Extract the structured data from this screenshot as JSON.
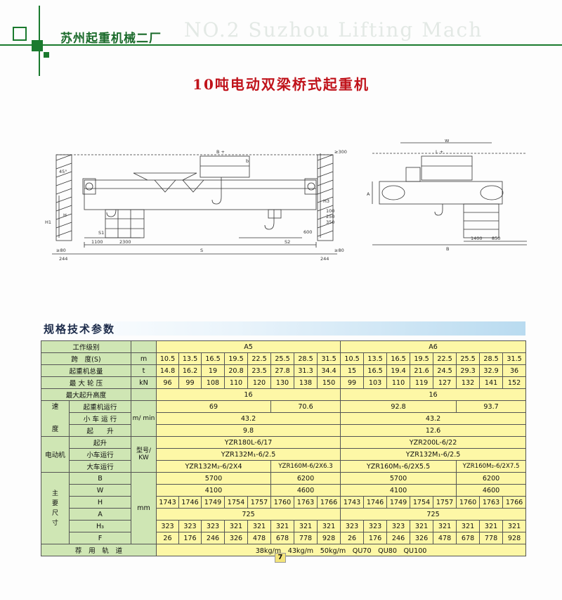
{
  "header": {
    "brand": "苏州起重机械二厂",
    "watermark": "NO.2 Suzhou Lifting Mach"
  },
  "title": "10吨电动双梁桥式起重机",
  "drawing_labels": {
    "d45": "45°",
    "b": "B +",
    "b2": "b",
    "d300": "≥300",
    "h1": "H1",
    "h": "H",
    "h3": "H3",
    "s1": "S1",
    "d1100": "1100",
    "d2300": "2300",
    "s2": "S2",
    "d600": "600",
    "d80a": "≥80",
    "d80b": "≥80",
    "d244a": "244",
    "d244b": "244",
    "s": "S",
    "d100": "100",
    "d250": "250",
    "d350": "350",
    "w": "W",
    "l": "L +",
    "a": "A",
    "d1400": "1400",
    "d850": "850",
    "bb": "B"
  },
  "section_title": "规格技术参数",
  "page_number": "7",
  "spec": {
    "work_class_label": "工作级别",
    "a5": "A5",
    "a6": "A6",
    "span_label": "跨　度(S)",
    "span_unit": "m",
    "spans": [
      "10.5",
      "13.5",
      "16.5",
      "19.5",
      "22.5",
      "25.5",
      "28.5",
      "31.5",
      "10.5",
      "13.5",
      "16.5",
      "19.5",
      "22.5",
      "25.5",
      "28.5",
      "31.5"
    ],
    "weight_label": "起重机总量",
    "weight_unit": "t",
    "weights": [
      "14.8",
      "16.2",
      "19",
      "20.8",
      "23.5",
      "27.8",
      "31.3",
      "34.4",
      "15",
      "16.5",
      "19.4",
      "21.6",
      "24.5",
      "29.3",
      "32.9",
      "36"
    ],
    "wheel_label": "最 大 轮 压",
    "wheel_unit": "kN",
    "wheels": [
      "96",
      "99",
      "108",
      "110",
      "120",
      "130",
      "138",
      "150",
      "99",
      "103",
      "110",
      "119",
      "127",
      "132",
      "141",
      "152"
    ],
    "lift_height_label": "最大起升高度",
    "lift_height": [
      "16",
      "16"
    ],
    "speed_label_1": "速",
    "speed_label_2": "度",
    "crane_travel_label": "起重机运行",
    "crane_travel": [
      "69",
      "70.6",
      "92.8",
      "93.7"
    ],
    "speed_unit": "m/ min",
    "trolley_travel_label": "小 车 运 行",
    "trolley_travel": [
      "43.2",
      "43.2"
    ],
    "hoist_label": "起　　升",
    "hoist": [
      "9.8",
      "12.6"
    ],
    "motor_label": "电动机",
    "motor_hoist_label": "起升",
    "motor_hoist": [
      "YZR180L-6/17",
      "YZR200L-6/22"
    ],
    "motor_unit": "型号/ KW",
    "motor_trolley_label": "小车运行",
    "motor_trolley": [
      "YZR132M₁-6/2.5",
      "YZR132M₁-6/2.5"
    ],
    "motor_crane_label": "大车运行",
    "motor_crane": [
      "YZR132M₂-6/2X4",
      "YZR160M-6/2X6.3",
      "YZR160M₁-6/2X5.5",
      "YZR160M₂-6/2X7.5"
    ],
    "dims_label": "主 要 尺 寸",
    "dims_unit": "mm",
    "b_label": "B",
    "b_values": [
      "5700",
      "6200",
      "5700",
      "6200"
    ],
    "w_label": "W",
    "w_values": [
      "4100",
      "4600",
      "4100",
      "4600"
    ],
    "h_label": "H",
    "h_values": [
      "1743",
      "1746",
      "1749",
      "1754",
      "1757",
      "1760",
      "1763",
      "1766",
      "1743",
      "1746",
      "1749",
      "1754",
      "1757",
      "1760",
      "1763",
      "1766"
    ],
    "a_label": "A",
    "a_values": [
      "725",
      "725"
    ],
    "h3_label": "H₃",
    "h3_values": [
      "323",
      "323",
      "323",
      "321",
      "321",
      "321",
      "321",
      "321",
      "323",
      "323",
      "323",
      "321",
      "321",
      "321",
      "321",
      "321"
    ],
    "f_label": "F",
    "f_values": [
      "26",
      "176",
      "246",
      "326",
      "478",
      "678",
      "778",
      "928",
      "26",
      "176",
      "246",
      "326",
      "478",
      "678",
      "778",
      "928"
    ],
    "rail_label": "荐　用　轨　道",
    "rail_value": "38kg/m　43kg/m　50kg/m　QU70　QU80　QU100"
  }
}
